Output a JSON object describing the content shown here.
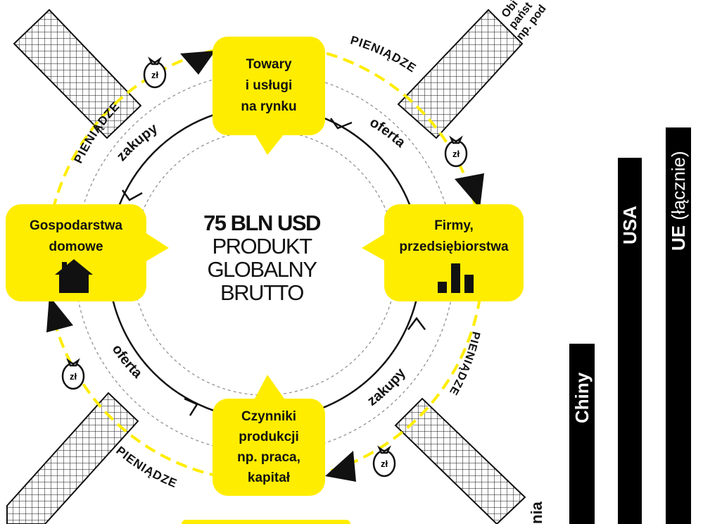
{
  "center": {
    "value": "75 BLN USD",
    "line1": "PRODUKT",
    "line2": "GLOBALNY",
    "line3": "BRUTTO"
  },
  "nodes": {
    "top": [
      "Towary",
      "i usługi",
      "na rynku"
    ],
    "left": [
      "Gospodarstwa",
      "domowe"
    ],
    "right": [
      "Firmy,",
      "przedsiębiorstwa"
    ],
    "bottom": [
      "Czynniki",
      "produkcji",
      "np. praca,",
      "kapitał"
    ]
  },
  "flows": {
    "zakupy": "zakupy",
    "oferta": "oferta",
    "money": "PIENIĄDZE",
    "currency": "zł"
  },
  "clipped": {
    "top_right": [
      "Obi",
      "państ",
      "np. pod"
    ],
    "bottom_right": "nia"
  },
  "bars": [
    {
      "label_bold": "Chiny",
      "label_rest": ""
    },
    {
      "label_bold": "USA",
      "label_rest": ""
    },
    {
      "label_bold": "UE",
      "label_rest": " (łącznie)"
    }
  ],
  "colors": {
    "accent": "#FFED00",
    "ink": "#111111"
  }
}
